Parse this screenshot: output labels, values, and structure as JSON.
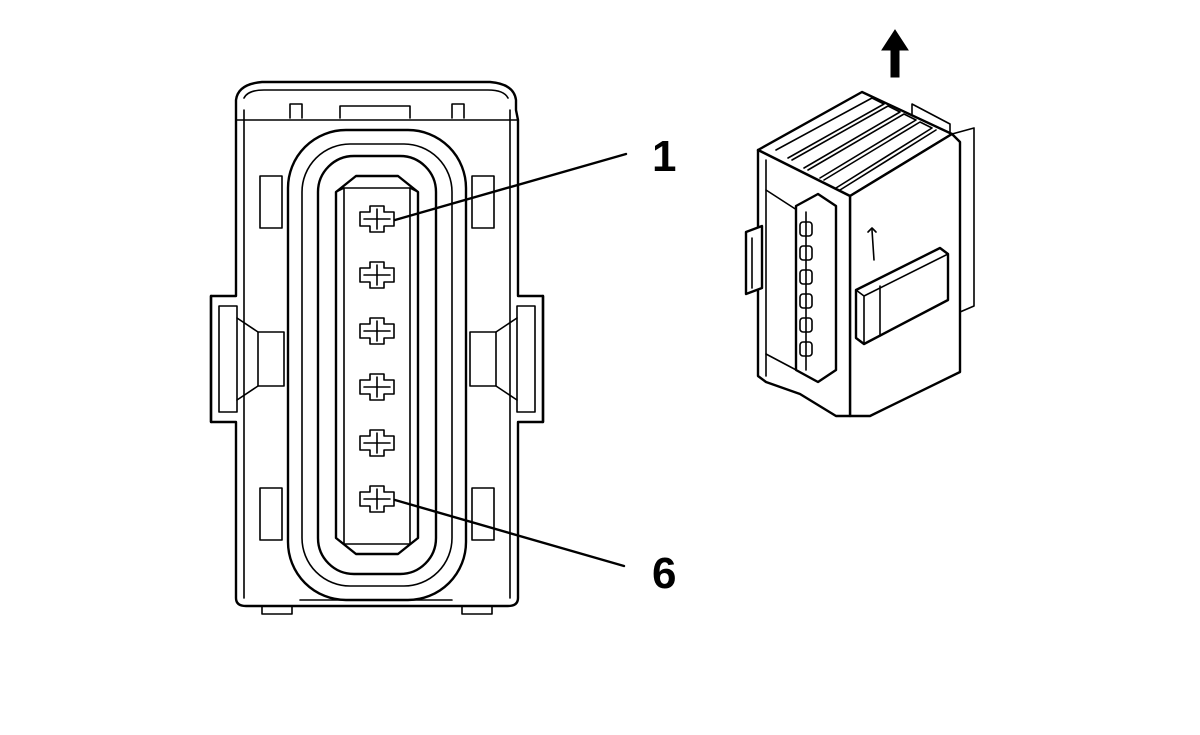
{
  "diagram": {
    "callouts": [
      {
        "id": "pin-1",
        "label": "1"
      },
      {
        "id": "pin-6",
        "label": "6"
      }
    ],
    "cavity_count": 6,
    "arrow_icon": "arrow-up-icon"
  }
}
